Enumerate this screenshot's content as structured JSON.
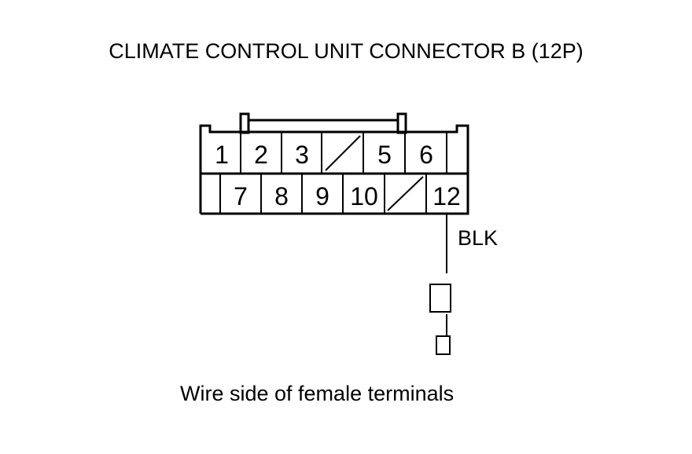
{
  "title": "CLIMATE CONTROL UNIT CONNECTOR B (12P)",
  "caption": "Wire side of female terminals",
  "wire": {
    "color_label": "BLK",
    "pin": "12"
  },
  "connector": {
    "top_row": [
      "1",
      "2",
      "3",
      "",
      "5",
      "6",
      ""
    ],
    "bottom_row": [
      "",
      "7",
      "8",
      "9",
      "10",
      "",
      "12"
    ]
  }
}
